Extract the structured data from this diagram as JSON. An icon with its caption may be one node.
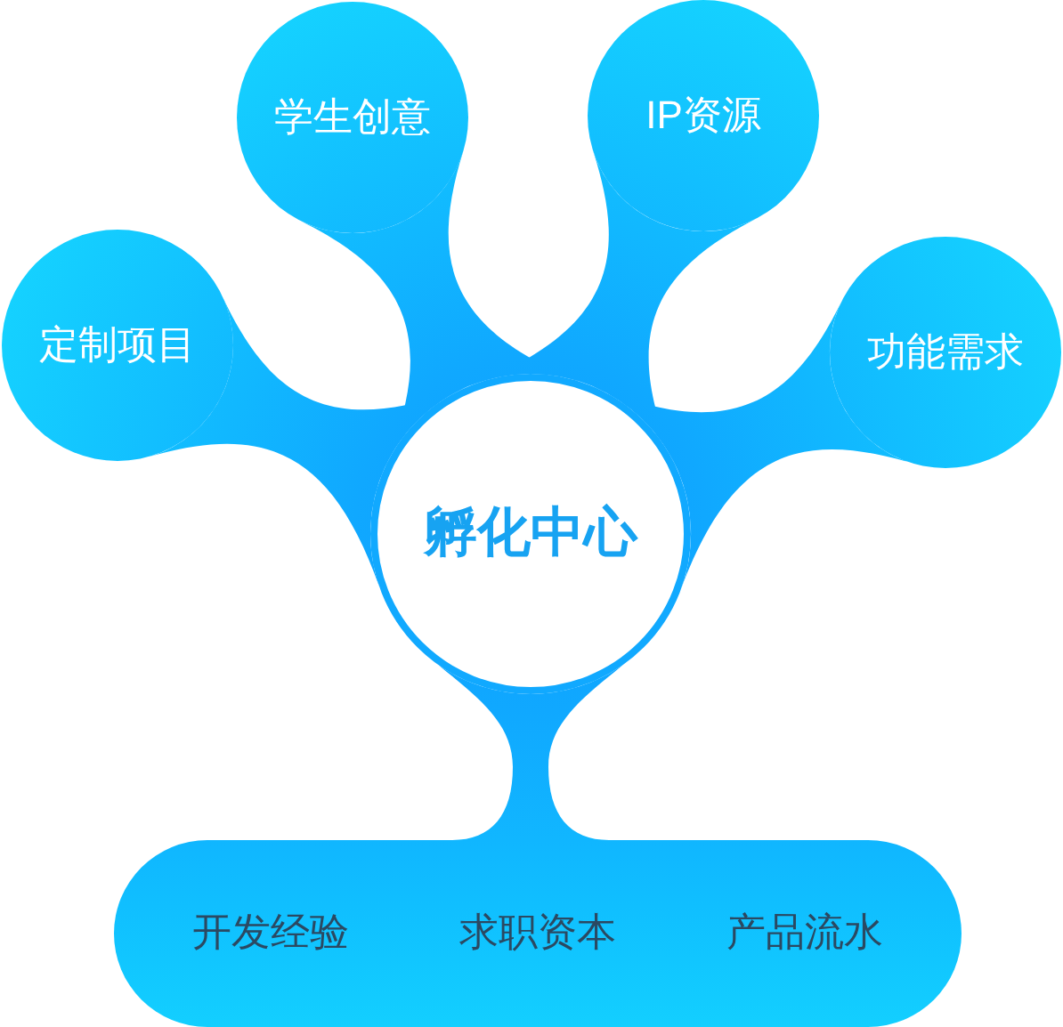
{
  "diagram": {
    "nodes": [
      {
        "text": [
          "学生创意"
        ]
      },
      {
        "text": [
          "IP资源"
        ]
      },
      {
        "text": [
          "定制项目"
        ]
      },
      {
        "text": [
          "功能需求"
        ]
      },
      {
        "text": [
          "孵化中心"
        ]
      },
      {
        "text": [
          "开发经验",
          "求职资本",
          "产品流水"
        ]
      }
    ],
    "edges": [
      {
        "from": 0,
        "to": 4,
        "arrow": "none"
      },
      {
        "from": 1,
        "to": 4,
        "arrow": "none"
      },
      {
        "from": 2,
        "to": 4,
        "arrow": "none"
      },
      {
        "from": 3,
        "to": 4,
        "arrow": "none"
      },
      {
        "from": 4,
        "to": 5,
        "arrow": "none"
      }
    ]
  }
}
